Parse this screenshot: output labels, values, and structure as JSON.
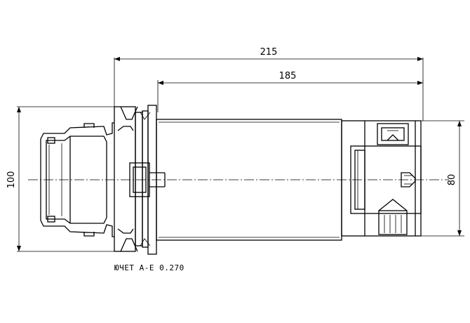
{
  "dimensions": {
    "overall_length": "215",
    "body_length": "185",
    "flange_diameter": "100",
    "body_diameter": "80"
  },
  "note": "ЮЧЕТ А-Е 0.270"
}
